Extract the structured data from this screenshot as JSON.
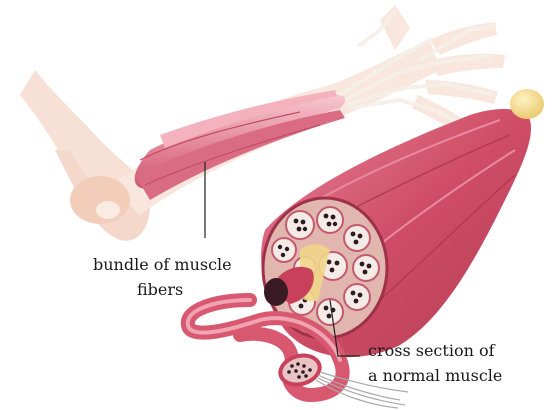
{
  "labels": {
    "bundle_line1": "bundle of muscle",
    "bundle_line2": "fibers",
    "cross_line1": "cross section of",
    "cross_line2": "a normal muscle"
  },
  "colors": {
    "background": "#ffffff",
    "skin": "#f3d7c9",
    "muscle": "#d8586f",
    "muscle_dark": "#b23a52",
    "muscle_light": "#f09aaa",
    "tendon": "#f1d68a",
    "fiber_dots": "#2b1a1f",
    "leader_line": "#222222"
  }
}
